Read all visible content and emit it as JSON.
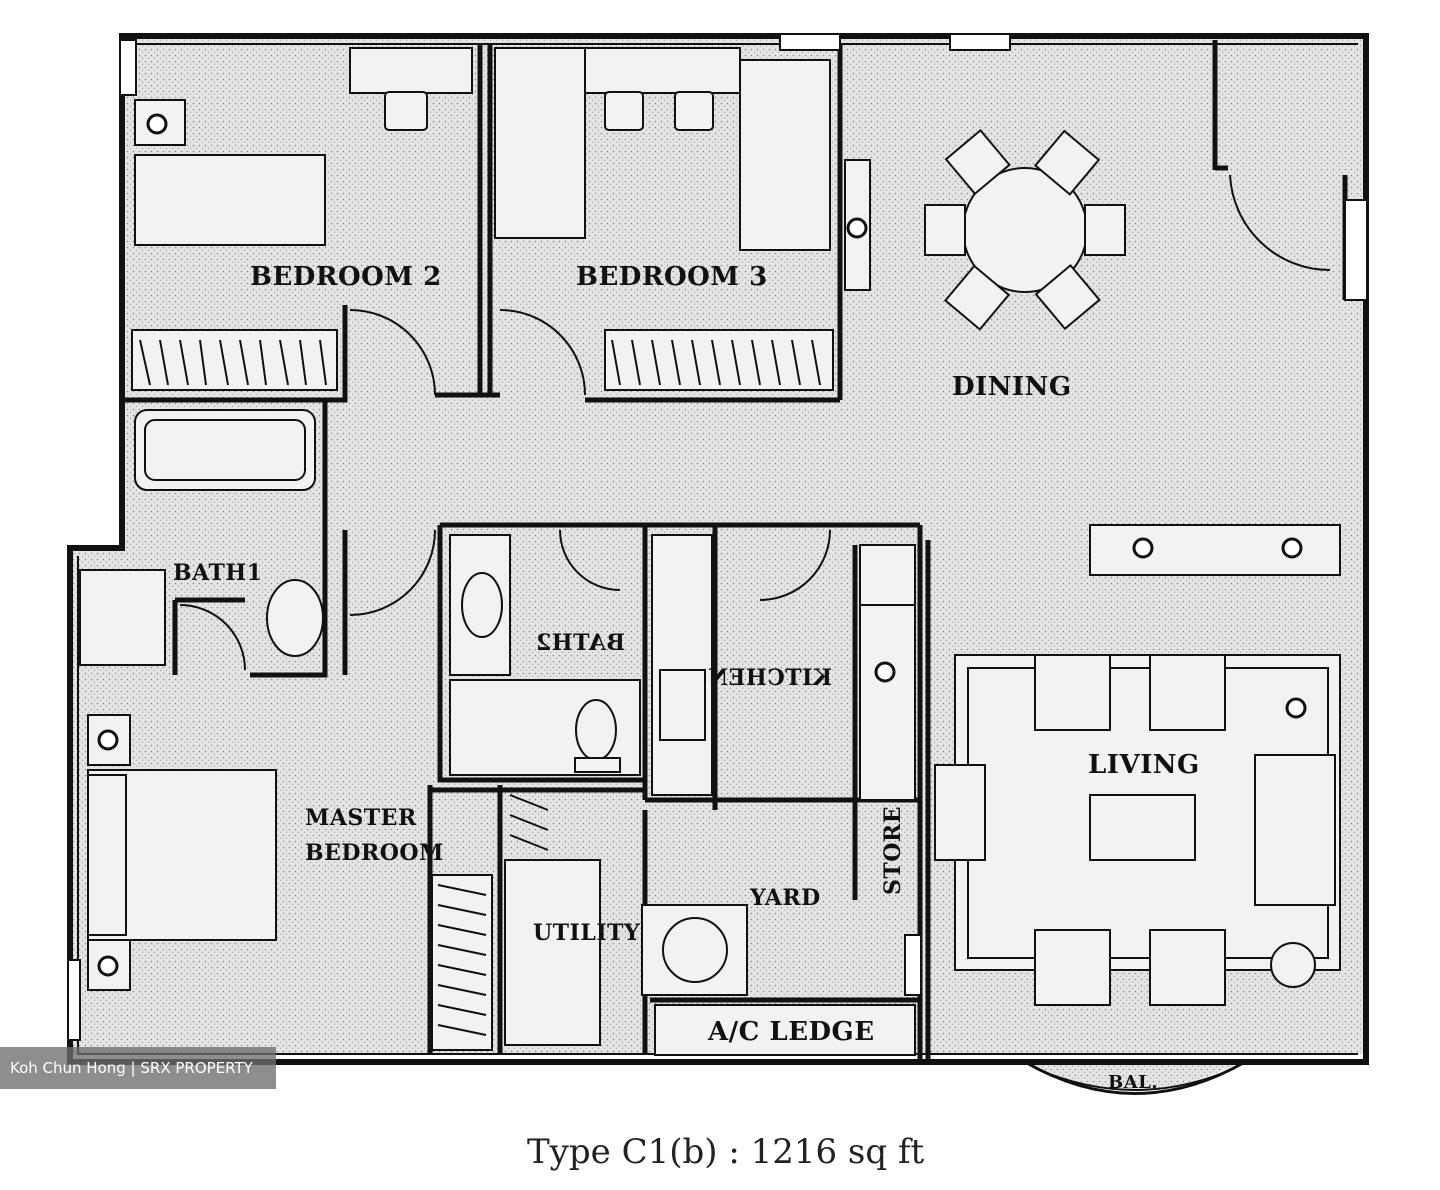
{
  "rooms": {
    "bedroom2": "BEDROOM 2",
    "bedroom3": "BEDROOM 3",
    "dining": "DINING",
    "bath1": "BATH1",
    "master_line1": "MASTER",
    "master_line2": "BEDROOM",
    "bath2_mirrored": "BATH2",
    "kitchen_mirrored": "KITCHEN",
    "living": "LIVING",
    "store": "STORE",
    "yard": "YARD",
    "utility": "UTILITY",
    "ac_ledge": "A/C LEDGE",
    "balcony": "BAL."
  },
  "caption": "Type C1(b) : 1216 sq ft",
  "watermark": "Koh Chun Hong | SRX PROPERTY",
  "colors": {
    "floor": "#dcdcdc",
    "wall": "#111111",
    "furniture": "#f2f2f2"
  }
}
